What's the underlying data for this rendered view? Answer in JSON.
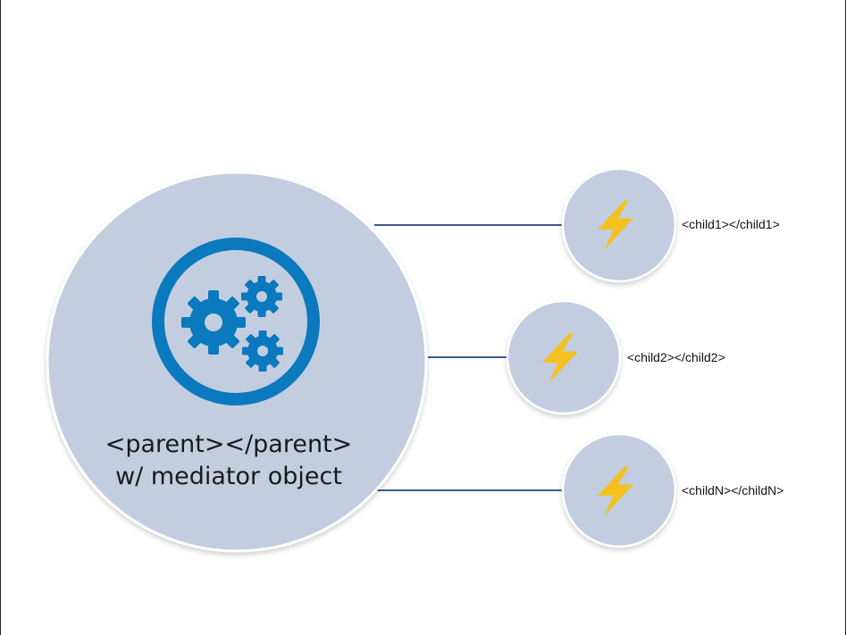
{
  "parent": {
    "line1": "<parent></parent>",
    "line2": "w/ mediator object",
    "icon": "gears-icon"
  },
  "children": [
    {
      "label": "<child1></child1>",
      "icon": "lightning-bolt-icon"
    },
    {
      "label": "<child2></child2>",
      "icon": "lightning-bolt-icon"
    },
    {
      "label": "<childN></childN>",
      "icon": "lightning-bolt-icon"
    }
  ],
  "colors": {
    "circle_fill": "#c3cde0",
    "accent_blue": "#0b79bd",
    "bolt": "#f5c11e",
    "connector": "#3a5a95"
  }
}
